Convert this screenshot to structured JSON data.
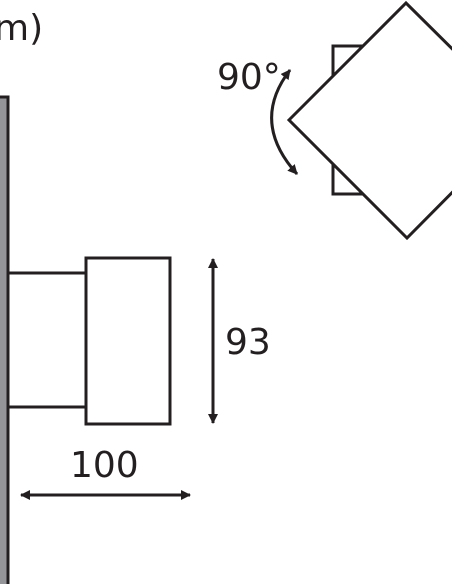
{
  "labels": {
    "unit_fragment": "m)",
    "rotation": "90°",
    "height": "93",
    "depth": "100"
  },
  "colors": {
    "line": "#231f20",
    "wall_fill": "#939598",
    "background": "#ffffff"
  }
}
